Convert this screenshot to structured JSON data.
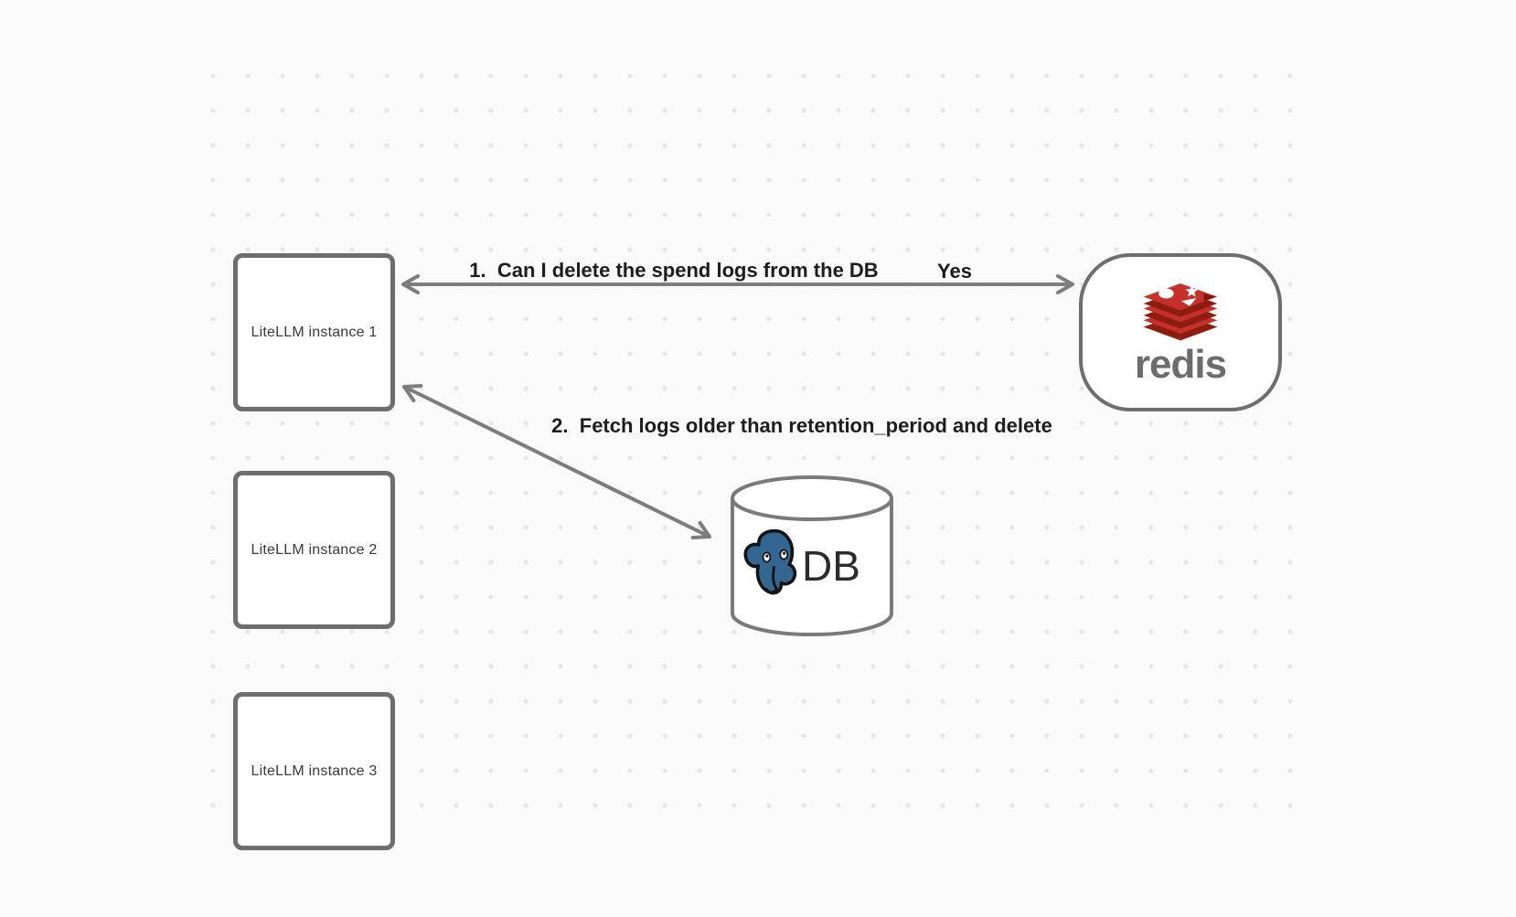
{
  "diagram": {
    "nodes": {
      "litellm1": {
        "label": "LiteLLM instance 1"
      },
      "litellm2": {
        "label": "LiteLLM instance 2"
      },
      "litellm3": {
        "label": "LiteLLM instance 3"
      },
      "redis": {
        "wordmark": "redis",
        "icon": "redis-logo-icon"
      },
      "db": {
        "label": "DB",
        "icon": "postgresql-elephant-icon"
      }
    },
    "edges": {
      "redis_check": {
        "step_label": "1.  Can I delete the spend logs from the DB",
        "reply_label": "Yes"
      },
      "db_cleanup": {
        "step_label": "2.  Fetch logs older than retention_period and delete"
      }
    },
    "colors": {
      "background": "#fafafa",
      "grid_dot": "#e7e7e7",
      "node_border": "#6e6e6e",
      "arrow": "#7d7d7d",
      "label_text": "#1d1d1d",
      "node_text": "#3a3a3a",
      "redis_red": "#c6302b",
      "redis_dark_red": "#8c1d10",
      "redis_wordmark_gray": "#6d6b6b",
      "postgres_blue": "#336791",
      "db_text": "#2b2b2b"
    }
  }
}
